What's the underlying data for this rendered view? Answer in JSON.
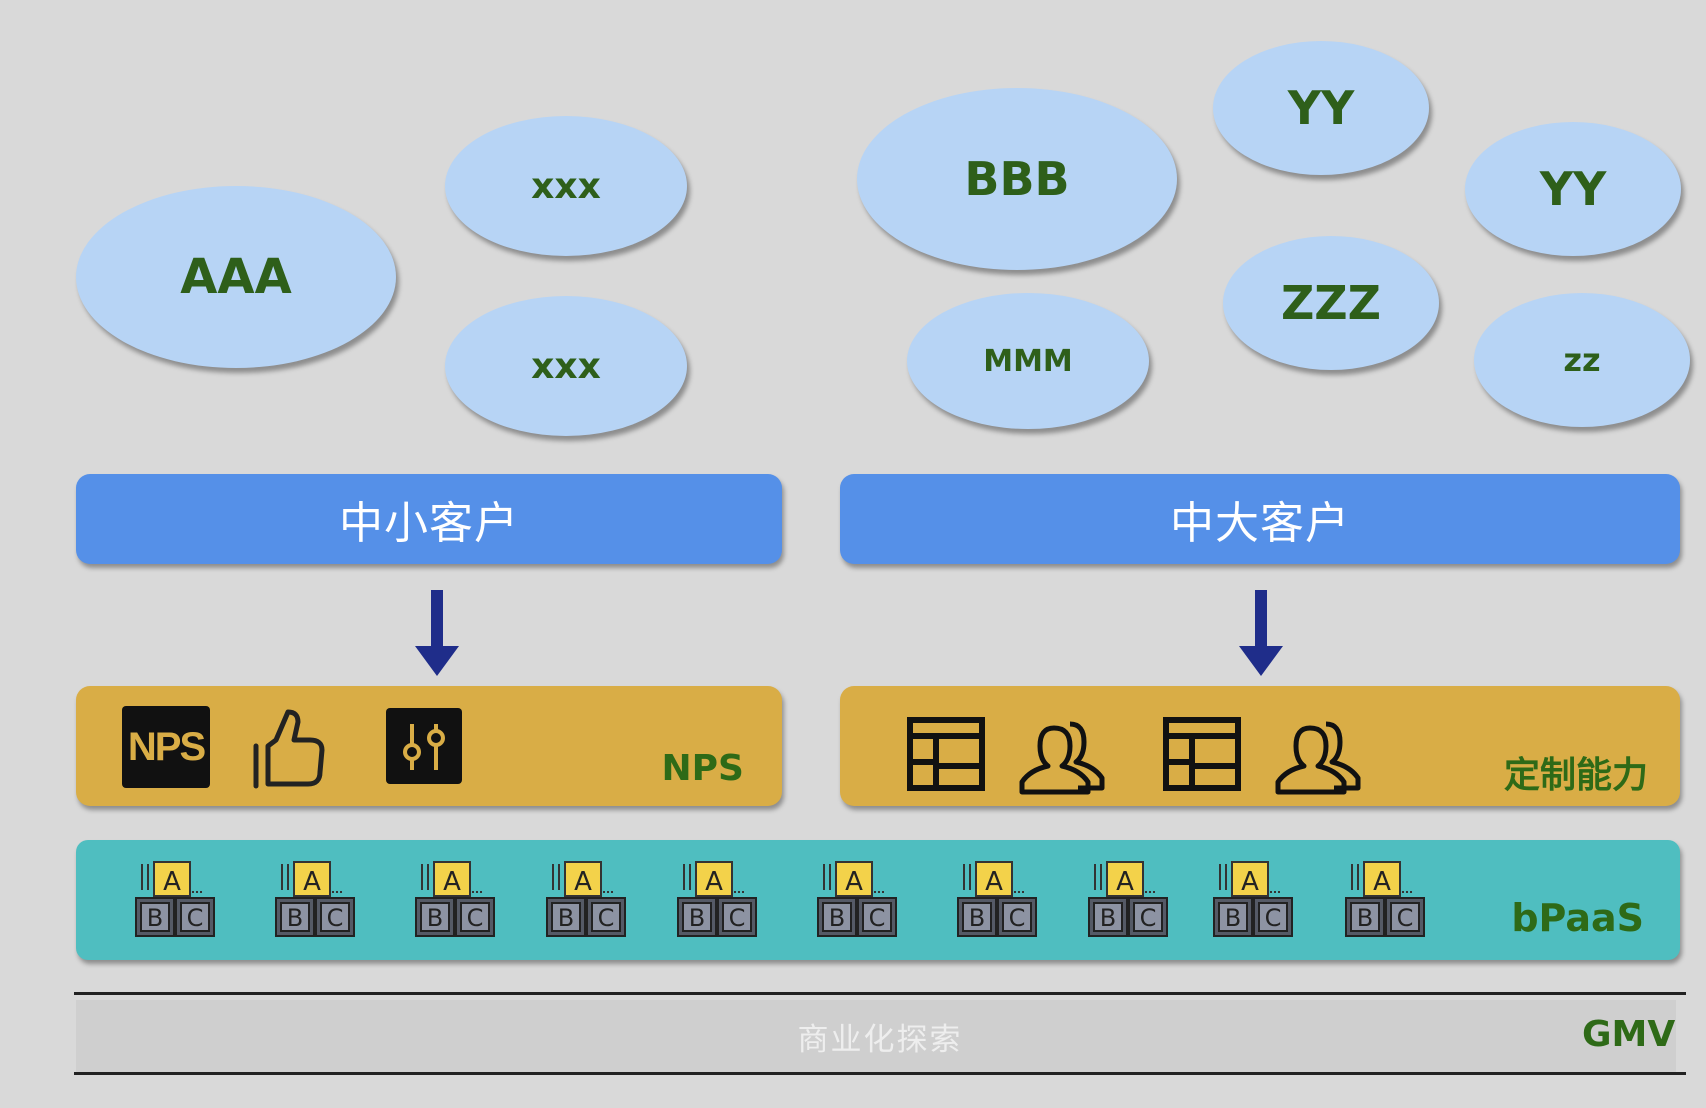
{
  "bubbles": {
    "aaa": "AAA",
    "xxx_top": "xxx",
    "xxx_bottom": "xxx",
    "bbb": "BBB",
    "mmm": "MMM",
    "yy_top": "YY",
    "yy_right": "YY",
    "zzz": "ZZZ",
    "zz": "zz"
  },
  "segments": {
    "small_medium": "中小客户",
    "medium_large": "中大客户"
  },
  "capabilities": {
    "nps_badge": "NPS",
    "nps_label": "NPS",
    "custom_label": "定制能力"
  },
  "platform": {
    "label": "bPaaS",
    "block_icons": [
      "abc-blocks-icon",
      "abc-blocks-icon",
      "abc-blocks-icon",
      "abc-blocks-icon",
      "abc-blocks-icon",
      "abc-blocks-icon",
      "abc-blocks-icon",
      "abc-blocks-icon",
      "abc-blocks-icon",
      "abc-blocks-icon"
    ]
  },
  "footer": {
    "exploration": "商业化探索",
    "gmv": "GMV"
  },
  "colors": {
    "background": "#d9d9d9",
    "bubble": "#b7d4f5",
    "bubble_text": "#2e5f1a",
    "segment_band": "#5590e8",
    "capability_band": "#d9ad46",
    "platform_band": "#4fbec0",
    "label_green": "#2e6a17",
    "arrow": "#1f2d8a"
  }
}
